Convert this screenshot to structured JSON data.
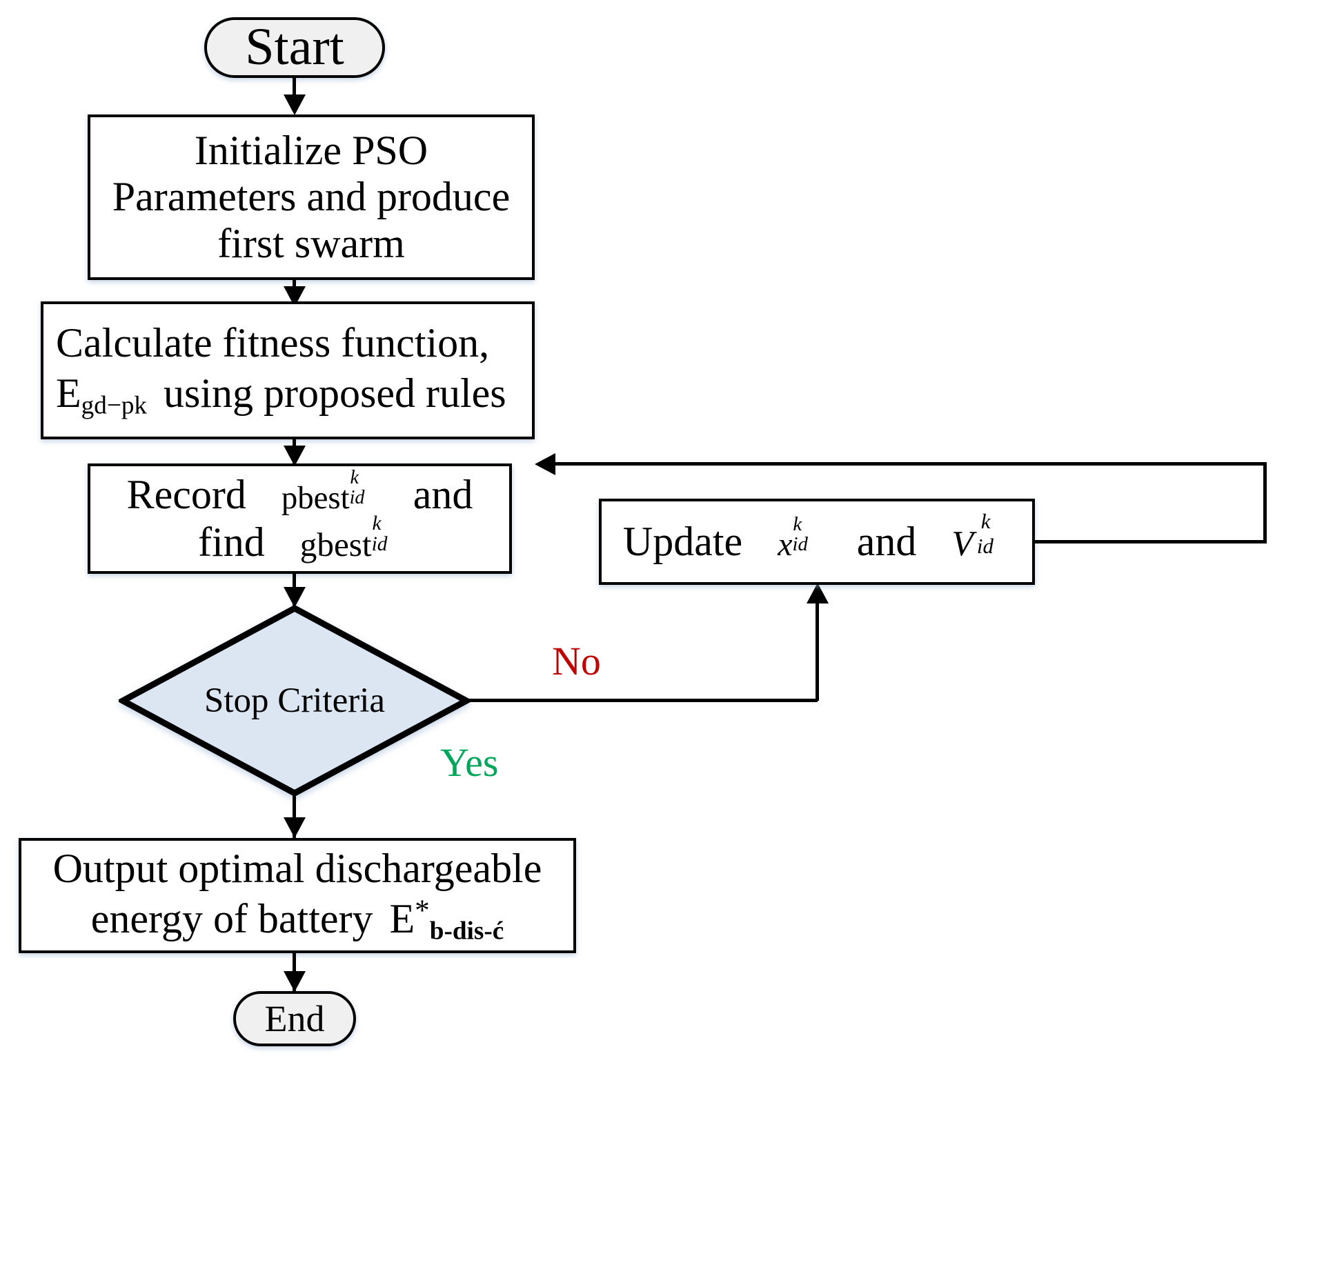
{
  "diagram": {
    "type": "flowchart",
    "title": "PSO optimization flowchart for optimal dischargeable battery energy",
    "colors": {
      "terminator_fill": "#eff0ef",
      "process_fill": "#ffffff",
      "decision_fill": "#dce6f2",
      "stroke": "#000000",
      "no_label": "#c00000",
      "yes_label": "#00a65a"
    }
  },
  "nodes": {
    "start": {
      "id": "start",
      "shape": "terminator",
      "label": "Start"
    },
    "initialize": {
      "id": "initialize",
      "shape": "process",
      "line1": "Initialize PSO",
      "line2": "Parameters and produce",
      "line3": "first swarm"
    },
    "calculate": {
      "id": "calculate",
      "shape": "process",
      "line1": "Calculate fitness function,",
      "symbol_base": "E",
      "symbol_sub": "gd−pk",
      "line2_tail": "using proposed rules"
    },
    "record": {
      "id": "record",
      "shape": "process",
      "word_record": "Record",
      "pbest_base": "pbest",
      "pbest_sup": "k",
      "pbest_sub": "id",
      "word_and": "and",
      "word_find": "find",
      "gbest_base": "gbest",
      "gbest_sup": "k",
      "gbest_sub": "id"
    },
    "decision": {
      "id": "decision",
      "shape": "decision",
      "label": "Stop Criteria"
    },
    "update": {
      "id": "update",
      "shape": "process",
      "word_update": "Update",
      "x_base": "x",
      "x_sup": "k",
      "x_sub": "id",
      "word_and": "and",
      "v_base": "V",
      "v_sup": "k",
      "v_sub": "id"
    },
    "output": {
      "id": "output",
      "shape": "process",
      "line1": "Output optimal dischargeable",
      "line2_head": "energy of battery",
      "symbol_base": "E",
      "symbol_sup": "*",
      "symbol_sub": "b-dis-ć"
    },
    "end": {
      "id": "end",
      "shape": "terminator",
      "label": "End"
    }
  },
  "edges": [
    {
      "id": "start-to-initialize",
      "from": "start",
      "to": "initialize",
      "label": ""
    },
    {
      "id": "initialize-to-calculate",
      "from": "initialize",
      "to": "calculate",
      "label": ""
    },
    {
      "id": "calculate-to-record",
      "from": "calculate",
      "to": "record",
      "label": ""
    },
    {
      "id": "record-to-decision",
      "from": "record",
      "to": "decision",
      "label": ""
    },
    {
      "id": "decision-to-update",
      "from": "decision",
      "to": "update",
      "label": "No"
    },
    {
      "id": "update-to-calculate",
      "from": "update",
      "to": "calculate",
      "label": ""
    },
    {
      "id": "decision-to-output",
      "from": "decision",
      "to": "output",
      "label": "Yes"
    },
    {
      "id": "output-to-end",
      "from": "output",
      "to": "end",
      "label": ""
    }
  ],
  "edge_labels": {
    "no": "No",
    "yes": "Yes"
  }
}
